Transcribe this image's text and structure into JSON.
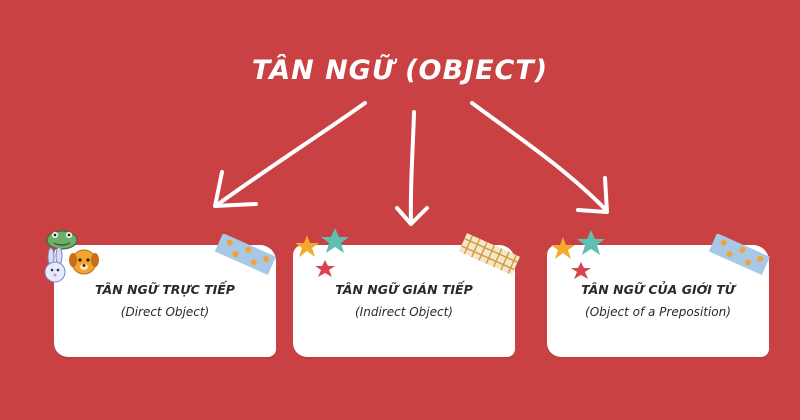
{
  "title": "TÂN NGỮ (OBJECT)",
  "cards": [
    {
      "title": "TÂN NGỮ TRỰC TIẾP",
      "subtitle": "(Direct Object)"
    },
    {
      "title": "TÂN NGỮ GIÁN TIẾP",
      "subtitle": "(Indirect Object)"
    },
    {
      "title": "TÂN NGỮ CỦA GIỚI TỪ",
      "subtitle": "(Object of a Preposition)"
    }
  ],
  "colors": {
    "background": "#c94143",
    "card": "#ffffff",
    "text": "#2a2a2a",
    "star_yellow": "#f4a82c",
    "star_teal": "#5fbfb0",
    "star_red": "#d94450"
  }
}
